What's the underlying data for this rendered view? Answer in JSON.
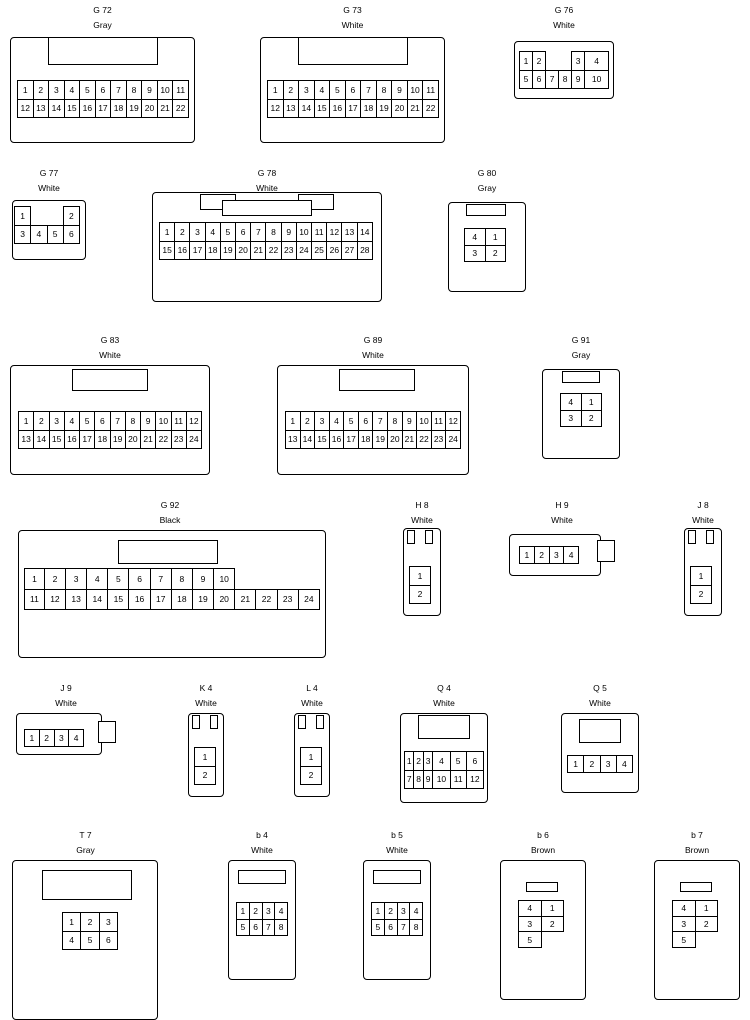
{
  "connectors": [
    {
      "id": "G 72",
      "color": "Gray",
      "rows": [
        [
          "1",
          "2",
          "3",
          "4",
          "5",
          "6",
          "7",
          "8",
          "9",
          "10",
          "11"
        ],
        [
          "12",
          "13",
          "14",
          "15",
          "16",
          "17",
          "18",
          "19",
          "20",
          "21",
          "22"
        ]
      ]
    },
    {
      "id": "G 73",
      "color": "White",
      "rows": [
        [
          "1",
          "2",
          "3",
          "4",
          "5",
          "6",
          "7",
          "8",
          "9",
          "10",
          "11"
        ],
        [
          "12",
          "13",
          "14",
          "15",
          "16",
          "17",
          "18",
          "19",
          "20",
          "21",
          "22"
        ]
      ]
    },
    {
      "id": "G 76",
      "color": "White",
      "rows": [
        [
          "1",
          "2",
          "",
          "",
          "3",
          "4"
        ],
        [
          "5",
          "6",
          "7",
          "8",
          "9",
          "10"
        ]
      ]
    },
    {
      "id": "G 77",
      "color": "White",
      "rows": [
        [
          "1",
          "",
          "",
          "2"
        ],
        [
          "3",
          "4",
          "5",
          "6"
        ]
      ]
    },
    {
      "id": "G 78",
      "color": "White",
      "rows": [
        [
          "1",
          "2",
          "3",
          "4",
          "5",
          "6",
          "7",
          "8",
          "9",
          "10",
          "11",
          "12",
          "13",
          "14"
        ],
        [
          "15",
          "16",
          "17",
          "18",
          "19",
          "20",
          "21",
          "22",
          "23",
          "24",
          "25",
          "26",
          "27",
          "28"
        ]
      ]
    },
    {
      "id": "G 80",
      "color": "Gray",
      "rows": [
        [
          "4",
          "1"
        ],
        [
          "3",
          "2"
        ]
      ]
    },
    {
      "id": "G 83",
      "color": "White",
      "rows": [
        [
          "1",
          "2",
          "3",
          "4",
          "5",
          "6",
          "7",
          "8",
          "9",
          "10",
          "11",
          "12"
        ],
        [
          "13",
          "14",
          "15",
          "16",
          "17",
          "18",
          "19",
          "20",
          "21",
          "22",
          "23",
          "24"
        ]
      ]
    },
    {
      "id": "G 89",
      "color": "White",
      "rows": [
        [
          "1",
          "2",
          "3",
          "4",
          "5",
          "6",
          "7",
          "8",
          "9",
          "10",
          "11",
          "12"
        ],
        [
          "13",
          "14",
          "15",
          "16",
          "17",
          "18",
          "19",
          "20",
          "21",
          "22",
          "23",
          "24"
        ]
      ]
    },
    {
      "id": "G 91",
      "color": "Gray",
      "rows": [
        [
          "4",
          "1"
        ],
        [
          "3",
          "2"
        ]
      ]
    },
    {
      "id": "G 92",
      "color": "Black",
      "rows": [
        [
          "1",
          "2",
          "3",
          "4",
          "5",
          "6",
          "7",
          "8",
          "9",
          "10"
        ],
        [
          "11",
          "12",
          "13",
          "14",
          "15",
          "16",
          "17",
          "18",
          "19",
          "20",
          "21",
          "22",
          "23",
          "24"
        ]
      ]
    },
    {
      "id": "H 8",
      "color": "White",
      "rows": [
        [
          "1"
        ],
        [
          "2"
        ]
      ]
    },
    {
      "id": "H 9",
      "color": "White",
      "rows": [
        [
          "1",
          "2",
          "3",
          "4"
        ]
      ]
    },
    {
      "id": "J 8",
      "color": "White",
      "rows": [
        [
          "1"
        ],
        [
          "2"
        ]
      ]
    },
    {
      "id": "J 9",
      "color": "White",
      "rows": [
        [
          "1",
          "2",
          "3",
          "4"
        ]
      ]
    },
    {
      "id": "K 4",
      "color": "White",
      "rows": [
        [
          "1"
        ],
        [
          "2"
        ]
      ]
    },
    {
      "id": "L 4",
      "color": "White",
      "rows": [
        [
          "1"
        ],
        [
          "2"
        ]
      ]
    },
    {
      "id": "Q 4",
      "color": "White",
      "rows": [
        [
          "1",
          "2",
          "3",
          "4",
          "5",
          "6"
        ],
        [
          "7",
          "8",
          "9",
          "10",
          "11",
          "12"
        ]
      ]
    },
    {
      "id": "Q 5",
      "color": "White",
      "rows": [
        [
          "1",
          "2",
          "3",
          "4"
        ]
      ]
    },
    {
      "id": "T 7",
      "color": "Gray",
      "rows": [
        [
          "1",
          "2",
          "3"
        ],
        [
          "4",
          "5",
          "6"
        ]
      ]
    },
    {
      "id": "b 4",
      "color": "White",
      "rows": [
        [
          "1",
          "2",
          "3",
          "4"
        ],
        [
          "5",
          "6",
          "7",
          "8"
        ]
      ]
    },
    {
      "id": "b 5",
      "color": "White",
      "rows": [
        [
          "1",
          "2",
          "3",
          "4"
        ],
        [
          "5",
          "6",
          "7",
          "8"
        ]
      ]
    },
    {
      "id": "b 6",
      "color": "Brown",
      "rows": [
        [
          "4",
          "1"
        ],
        [
          "3",
          "2"
        ],
        [
          "5"
        ]
      ]
    },
    {
      "id": "b 7",
      "color": "Brown",
      "rows": [
        [
          "4",
          "1"
        ],
        [
          "3",
          "2"
        ],
        [
          "5"
        ]
      ]
    }
  ]
}
